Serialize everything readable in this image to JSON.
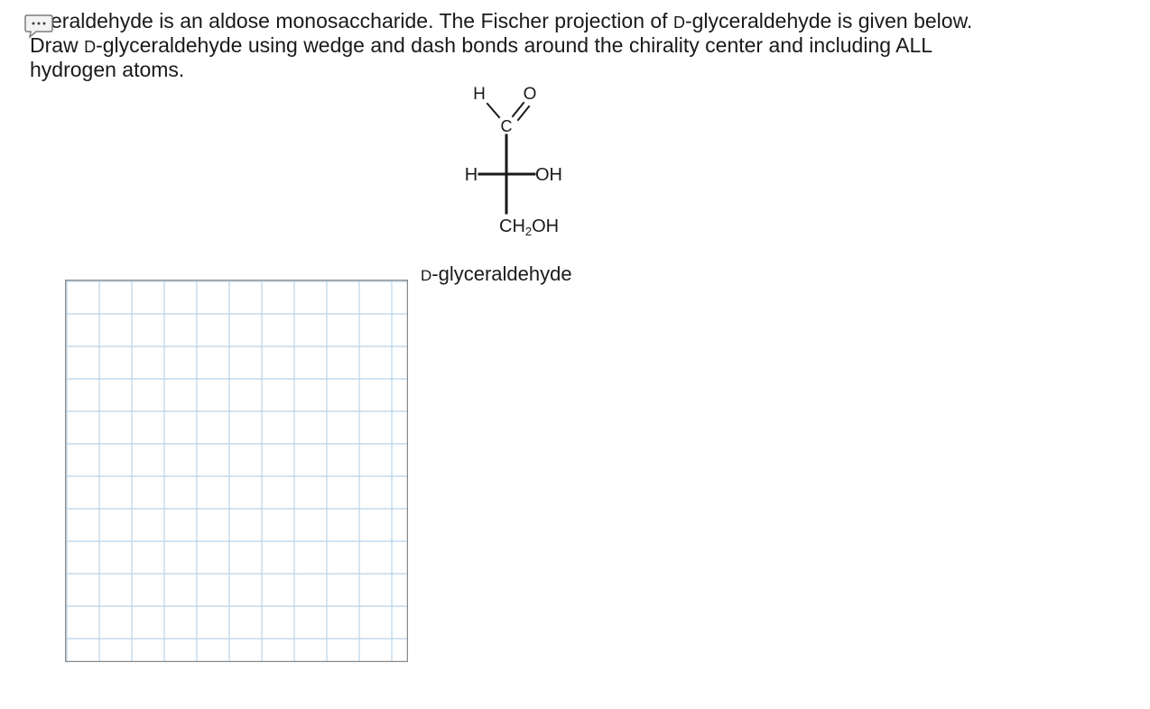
{
  "question": {
    "part1": "yceraldehyde is an aldose monosaccharide. The Fischer projection of ",
    "sc1": "D",
    "part2": "-glyceraldehyde is given below.",
    "part3": "Draw ",
    "sc2": "D",
    "part4": "-glyceraldehyde using wedge and dash bonds around the chirality center and including ALL",
    "part5": "hydrogen atoms."
  },
  "comment_icon": "speech-bubble-ellipsis-icon",
  "fischer": {
    "top_h": "H",
    "top_o": "O",
    "c_label": "C",
    "left_h": "H",
    "right_oh": "OH",
    "bottom_ch": "CH",
    "bottom_sub": "2",
    "bottom_oh": "OH"
  },
  "molecule_caption": {
    "sc": "D",
    "rest": "-glyceraldehyde"
  },
  "canvas": {
    "grid_color": "#b9d4ea",
    "border_color": "#8a8a8a"
  }
}
